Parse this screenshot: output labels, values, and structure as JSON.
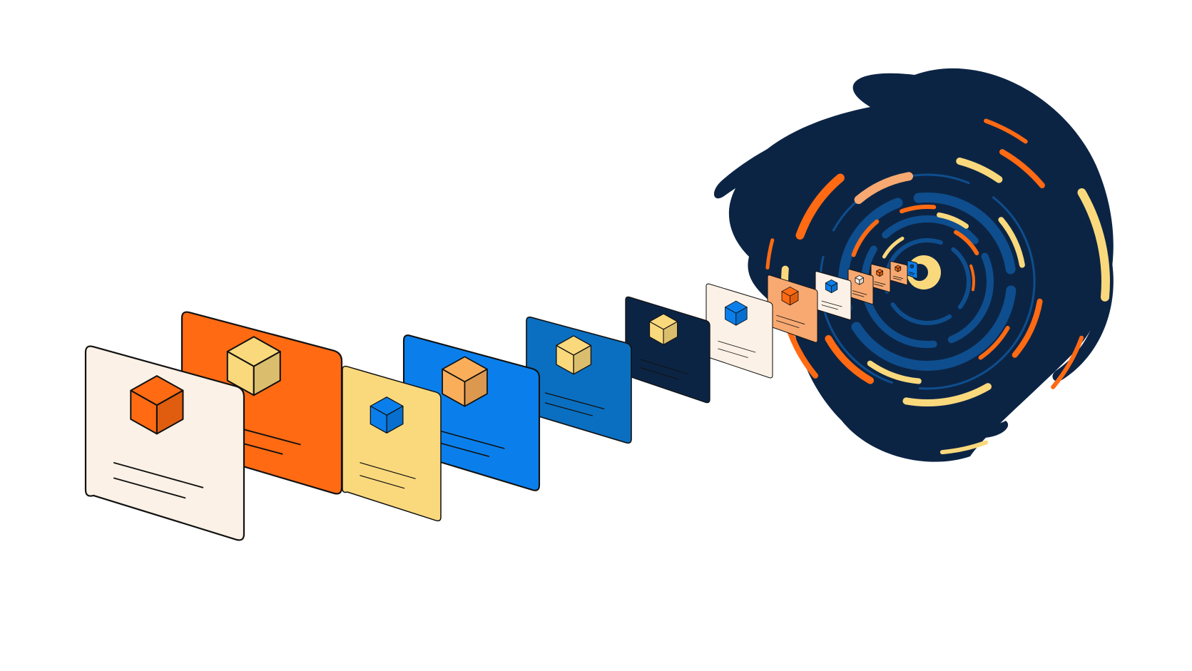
{
  "illustration": {
    "subject": "cards-into-vortex",
    "palette": {
      "cream": "#FBF1E6",
      "orange": "#FF6A13",
      "yellow": "#FAD97D",
      "blue": "#0A7FEB",
      "mid_blue": "#0A6FC0",
      "navy": "#0C2444",
      "peach": "#F7A971",
      "light_orange": "#FBAE5A",
      "outline": "#111111",
      "vortex_inner": "#0E4E8E",
      "vortex_core": "#FAD97D"
    },
    "cards": [
      {
        "color": "cream",
        "cube": "orange"
      },
      {
        "color": "orange",
        "cube": "yellow"
      },
      {
        "color": "yellow",
        "cube": "blue"
      },
      {
        "color": "blue",
        "cube": "light_orange"
      },
      {
        "color": "mid_blue",
        "cube": "yellow"
      },
      {
        "color": "navy",
        "cube": "yellow"
      },
      {
        "color": "cream",
        "cube": "blue"
      },
      {
        "color": "peach",
        "cube": "orange"
      },
      {
        "color": "cream",
        "cube": "blue"
      },
      {
        "color": "peach",
        "cube": "cream"
      },
      {
        "color": "peach",
        "cube": "orange"
      },
      {
        "color": "peach",
        "cube": "orange"
      },
      {
        "color": "blue",
        "cube": "blue"
      }
    ]
  }
}
